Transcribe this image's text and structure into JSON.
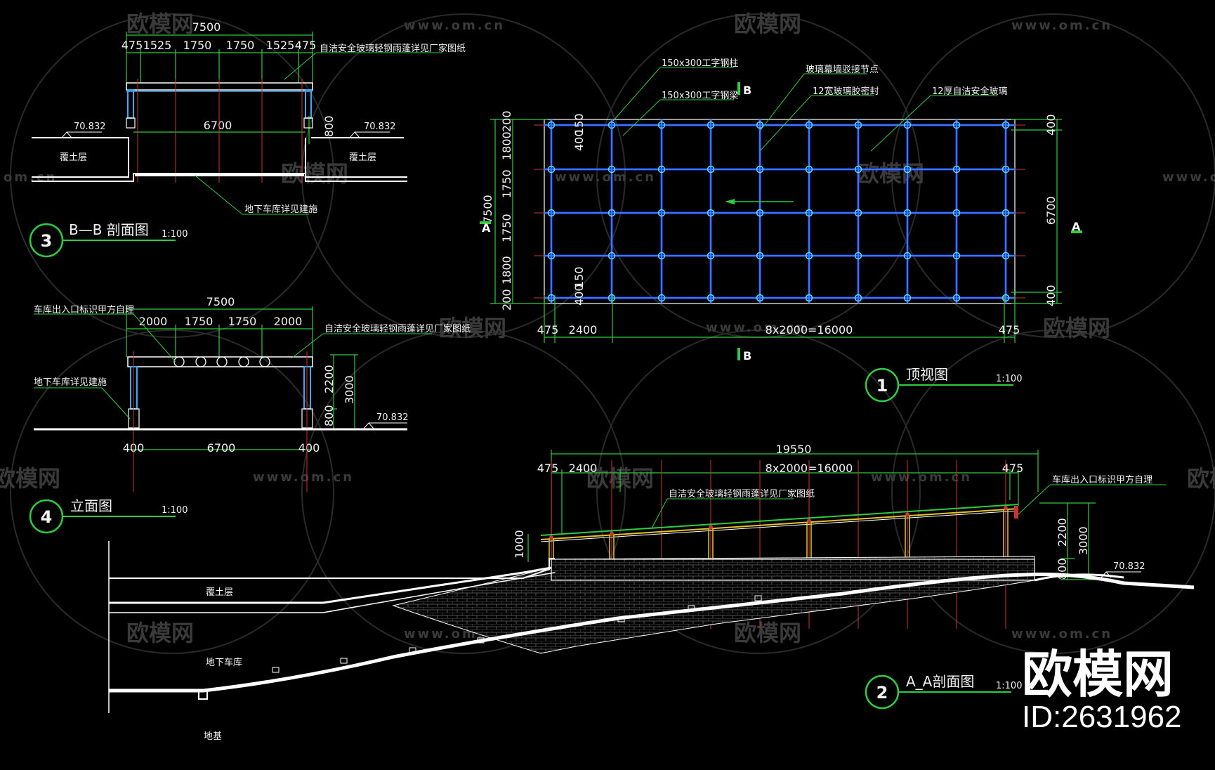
{
  "watermark": {
    "brand": "欧模网",
    "url": "www.om.cn",
    "url_fragment": "om.cn"
  },
  "corner_brand": {
    "name": "欧模网",
    "id": "ID:2631962"
  },
  "view3": {
    "number": "3",
    "title": "B—B 剖面图",
    "scale": "1:100",
    "dims_top": [
      "7500",
      "475",
      "1525",
      "1750",
      "1750",
      "1525",
      "475"
    ],
    "inner_span": "6700",
    "height": "800",
    "elev_left": "70.832",
    "elev_right": "70.832",
    "soil_left": "覆土层",
    "soil_right": "覆土层",
    "note_roof": "自洁安全玻璃轻钢雨蓬详见厂家图纸",
    "note_garage": "地下车库详见建施"
  },
  "view4": {
    "number": "4",
    "title": "立面图",
    "scale": "1:100",
    "dims_top": [
      "7500",
      "2000",
      "1750",
      "1750",
      "2000"
    ],
    "dims_bottom": [
      "400",
      "6700",
      "400"
    ],
    "dims_right": [
      "2200",
      "3000",
      "800"
    ],
    "elev": "70.832",
    "note_sign": "车库出入口标识甲方自理",
    "note_roof": "自洁安全玻璃轻钢雨蓬详见厂家图纸",
    "note_garage": "地下车库详见建施"
  },
  "view1": {
    "number": "1",
    "title": "顶视图",
    "scale": "1:100",
    "callouts": [
      "150x300工字钢柱",
      "150x300工字钢梁",
      "玻璃幕墙驳接节点",
      "12宽玻璃胶密封",
      "12厚自洁安全玻璃"
    ],
    "dims_left": [
      "200",
      "1800",
      "1750",
      "1750",
      "1800",
      "200"
    ],
    "dims_left_total": "7500",
    "dims_inner": [
      "150",
      "400",
      "400",
      "150"
    ],
    "dims_right": [
      "400",
      "6700",
      "400"
    ],
    "dims_bottom": [
      "475",
      "2400",
      "8x2000=16000",
      "475"
    ],
    "section_a": "A",
    "section_b": "B"
  },
  "view2": {
    "number": "2",
    "title": "A_A剖面图",
    "scale": "1:100",
    "dims_total": "19550",
    "dims_parts": [
      "475",
      "2400",
      "8x2000=16000",
      "475"
    ],
    "dims_right": [
      "2200",
      "3000",
      "800"
    ],
    "dim_left": "1000",
    "elev": "70.832",
    "note_roof": "自洁安全玻璃轻钢雨蓬详见厂家图纸",
    "note_sign": "车库出入口标识甲方自理",
    "soil": "覆土层",
    "garage": "地下车库",
    "ground": "地基"
  }
}
